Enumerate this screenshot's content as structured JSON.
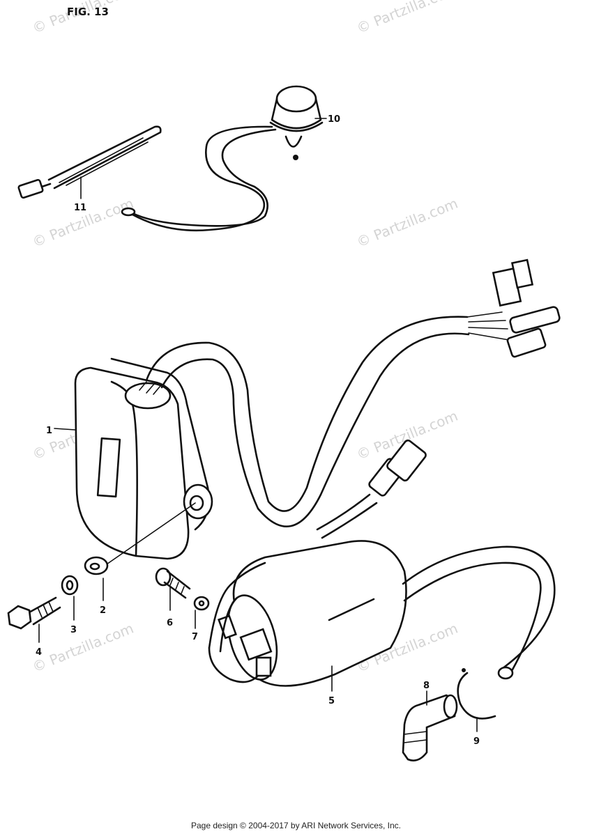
{
  "figure": {
    "title": "FIG. 13"
  },
  "watermark": {
    "text": "© Partzilla.com"
  },
  "callouts": [
    "1",
    "2",
    "3",
    "4",
    "5",
    "6",
    "7",
    "8",
    "9",
    "10",
    "11"
  ],
  "footer": {
    "text": "Page design © 2004-2017 by ARI Network Services, Inc."
  }
}
